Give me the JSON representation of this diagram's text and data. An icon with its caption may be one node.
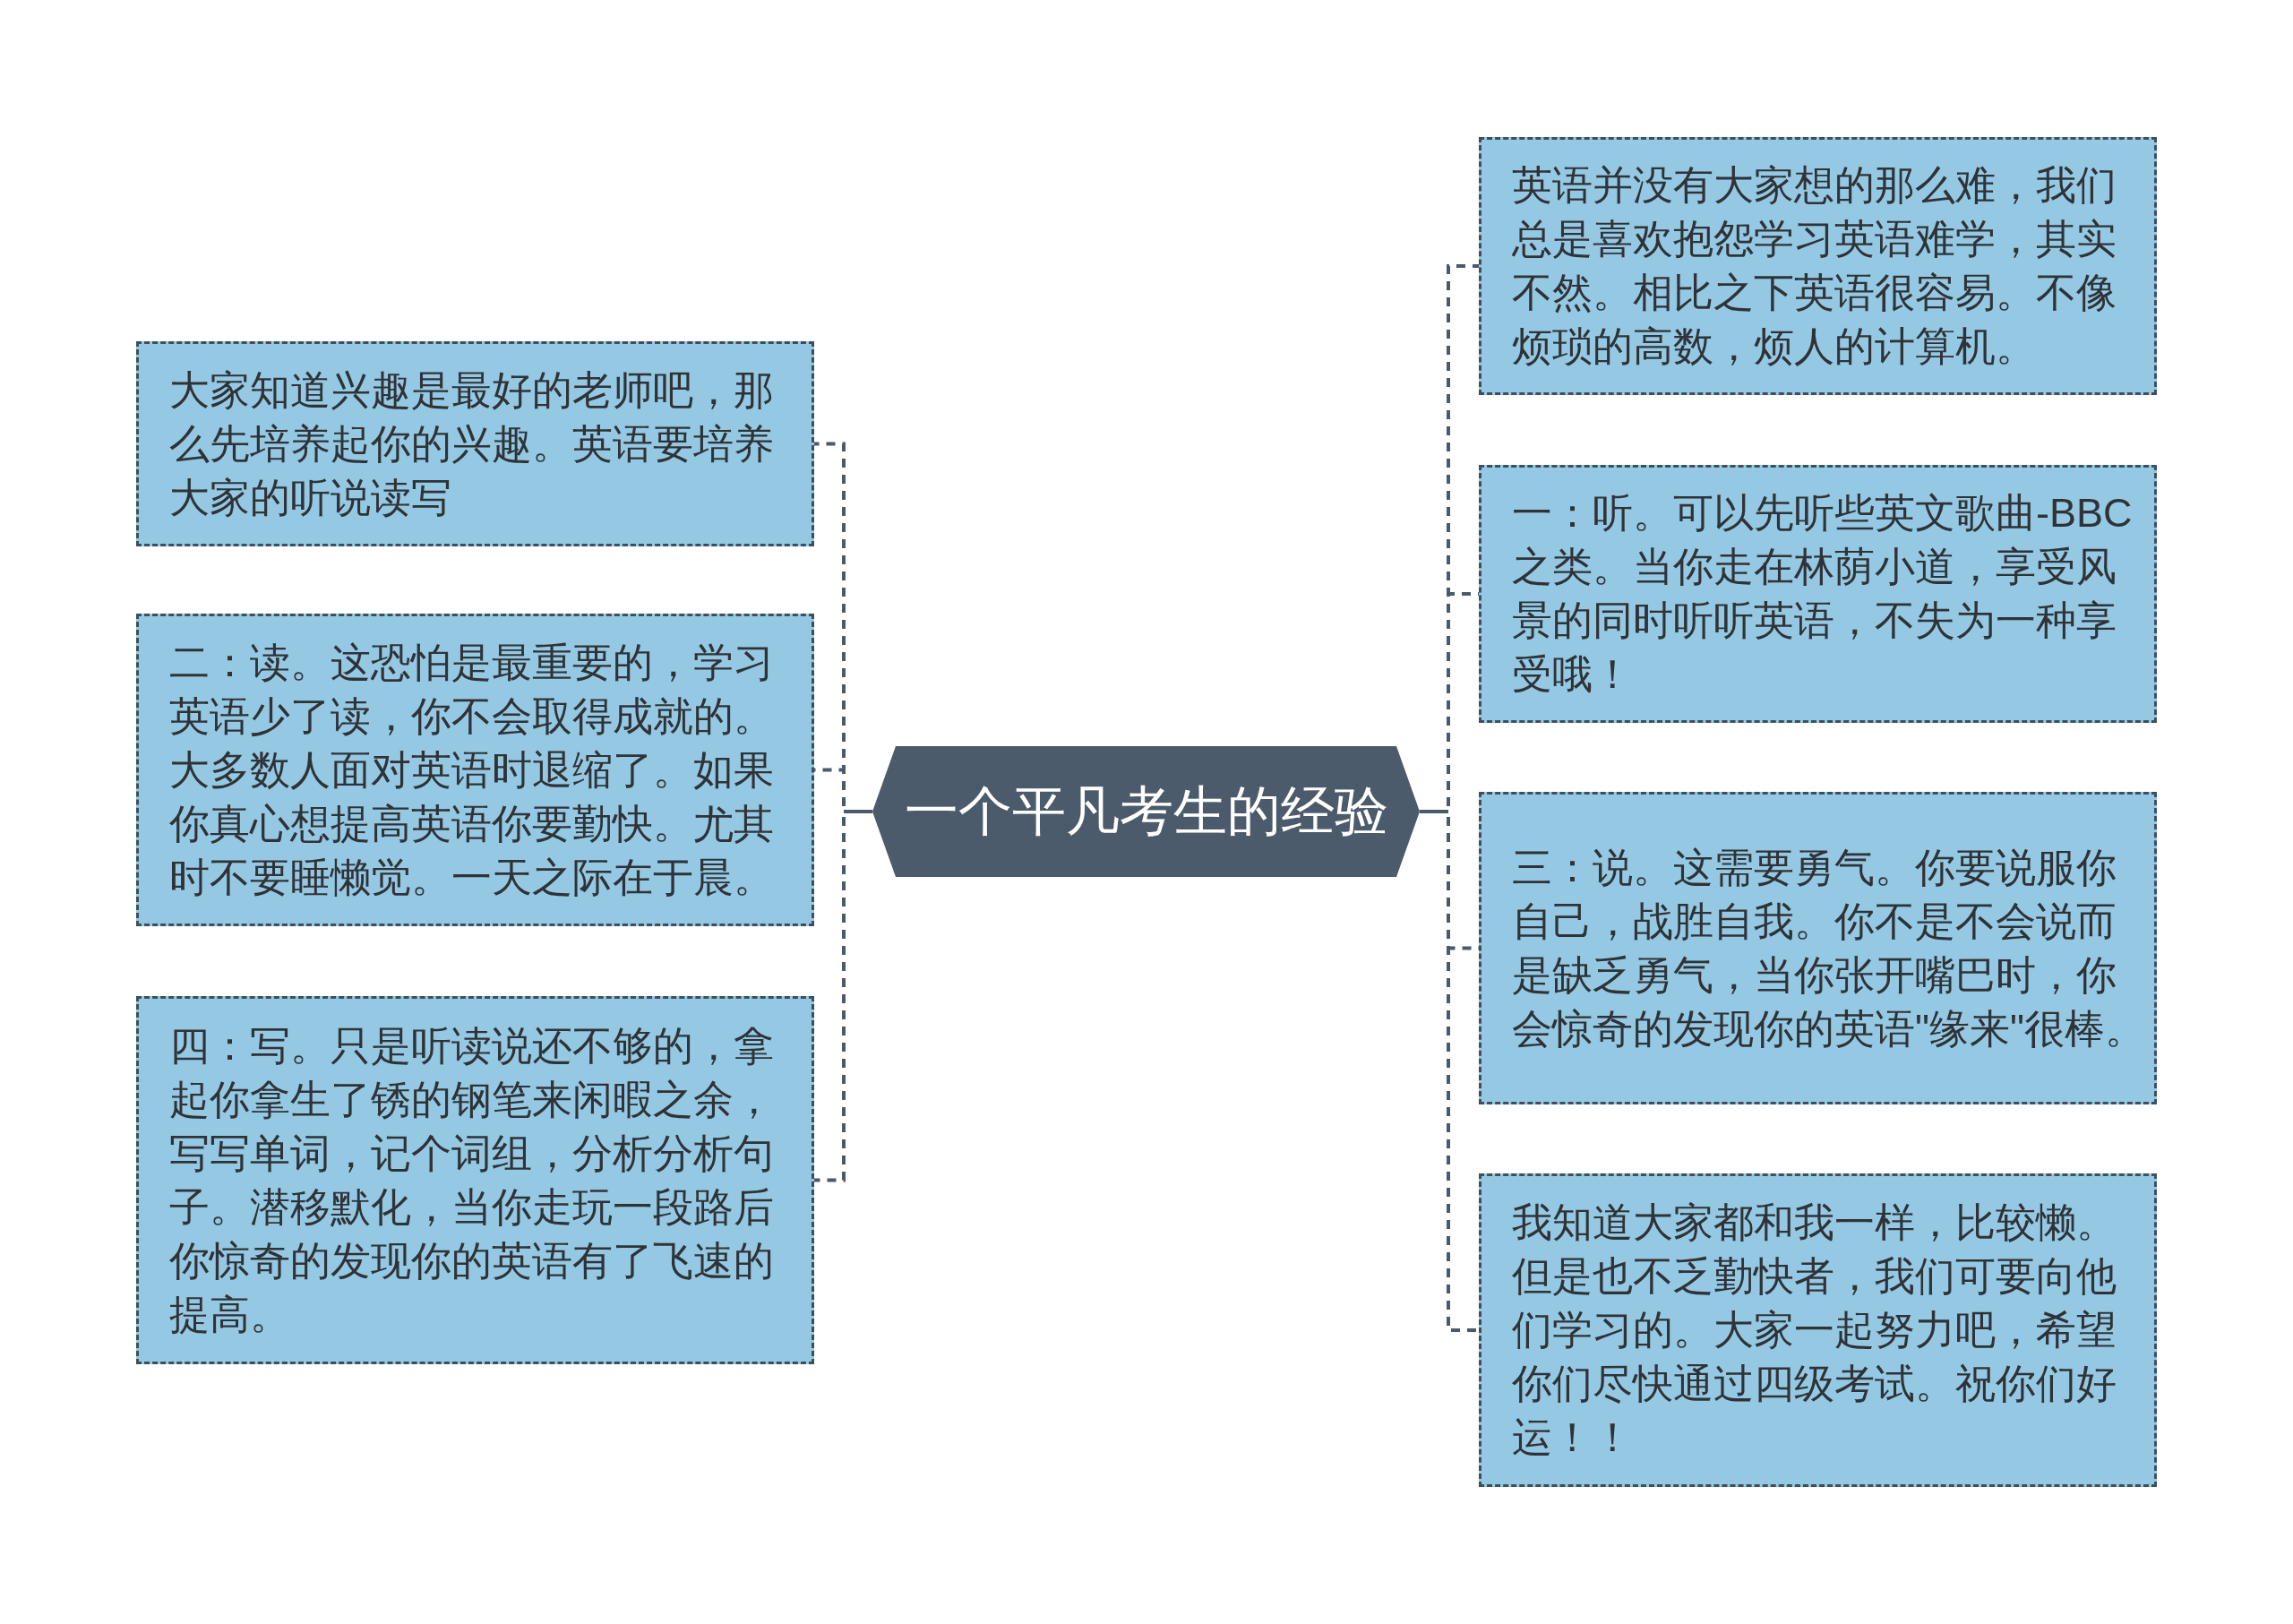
{
  "diagram": {
    "nodes": [
      {
        "text": [
          "一个平凡考生的经验"
        ]
      },
      {
        "text": [
          "大家知道兴趣是最好的老师吧，那么先培养起你的兴趣。英语要培养大家的听说读写"
        ]
      },
      {
        "text": [
          "二：读。这恐怕是最重要的，学习英语少了读，你不会取得成就的。大多数人面对英语时退缩了。如果你真心想提高英语你要勤快。尤其时不要睡懒觉。一天之际在于晨。"
        ]
      },
      {
        "text": [
          "四：写。只是听读说还不够的，拿起你拿生了锈的钢笔来闲暇之余，写写单词，记个词组，分析分析句子。潜移默化，当你走玩一段路后你惊奇的发现你的英语有了飞速的提高。"
        ]
      },
      {
        "text": [
          "英语并没有大家想的那么难，我们总是喜欢抱怨学习英语难学，其实不然。相比之下英语很容易。不像烦琐的高数，烦人的计算机。"
        ]
      },
      {
        "text": [
          "一：听。可以先听些英文歌曲-BBC之类。当你走在林荫小道，享受风景的同时听听英语，不失为一种享受哦！"
        ]
      },
      {
        "text": [
          "三：说。这需要勇气。你要说服你自己，战胜自我。你不是不会说而是缺乏勇气，当你张开嘴巴时，你会惊奇的发现你的英语\"缘来\"很棒。"
        ]
      },
      {
        "text": [
          "我知道大家都和我一样，比较懒。但是也不乏勤快者，我们可要向他们学习的。大家一起努力吧，希望你们尽快通过四级考试。祝你们好运！！"
        ]
      }
    ],
    "edges": [
      {
        "from": 0,
        "to": 1,
        "arrow": "none",
        "style": "dashed"
      },
      {
        "from": 0,
        "to": 2,
        "arrow": "none",
        "style": "dashed"
      },
      {
        "from": 0,
        "to": 3,
        "arrow": "none",
        "style": "dashed"
      },
      {
        "from": 0,
        "to": 4,
        "arrow": "none",
        "style": "dashed"
      },
      {
        "from": 0,
        "to": 5,
        "arrow": "none",
        "style": "dashed"
      },
      {
        "from": 0,
        "to": 6,
        "arrow": "none",
        "style": "dashed"
      },
      {
        "from": 0,
        "to": 7,
        "arrow": "none",
        "style": "dashed"
      }
    ]
  }
}
